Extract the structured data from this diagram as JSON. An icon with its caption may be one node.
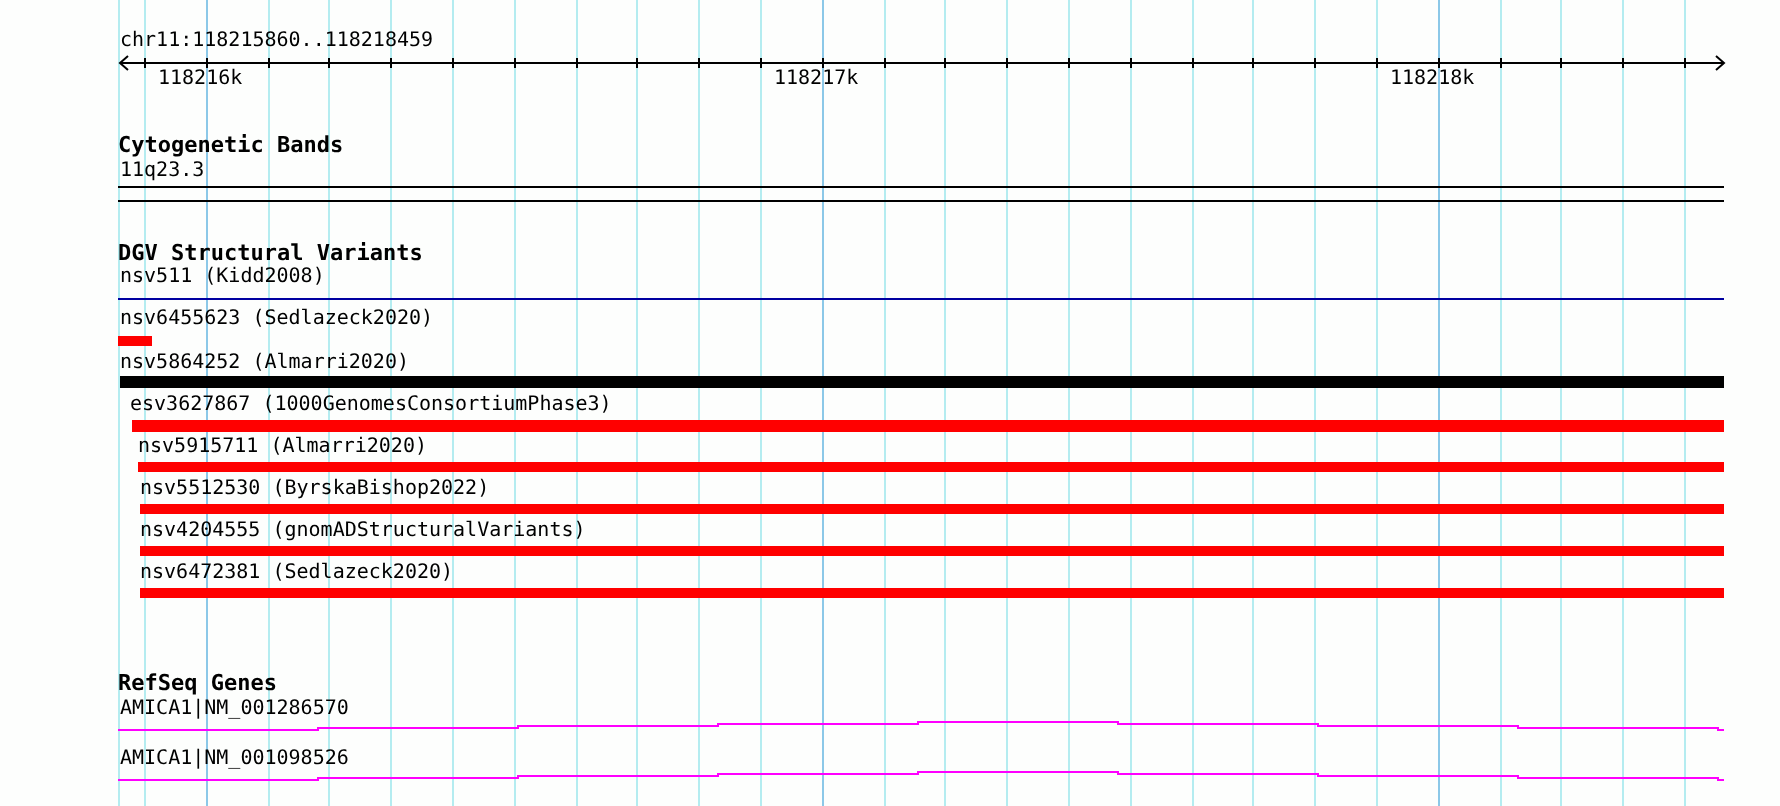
{
  "diagram": {
    "nodes": [
      {
        "text": [
          "11q23.3"
        ]
      },
      {
        "text": [
          "nsv511 (Kidd2008)"
        ]
      },
      {
        "text": [
          "nsv6455623 (Sedlazeck2020)"
        ]
      },
      {
        "text": [
          "nsv5864252 (Almarri2020)"
        ]
      },
      {
        "text": [
          "esv3627867 (1000GenomesConsortiumPhase3)"
        ]
      },
      {
        "text": [
          "nsv5915711 (Almarri2020)"
        ]
      },
      {
        "text": [
          "nsv5512530 (ByrskaBishop2022)"
        ]
      },
      {
        "text": [
          "nsv4204555 (gnomADStructuralVariants)"
        ]
      },
      {
        "text": [
          "nsv6472381 (Sedlazeck2020)"
        ]
      },
      {
        "text": [
          "AMICA1|NM_001286570"
        ]
      },
      {
        "text": [
          "AMICA1|NM_001098526"
        ]
      }
    ],
    "labels": [
      "chr11:118215860..118218459",
      "118216k",
      "118217k",
      "118218k",
      "Cytogenetic Bands",
      "DGV Structural Variants",
      "RefSeq Genes"
    ]
  }
}
